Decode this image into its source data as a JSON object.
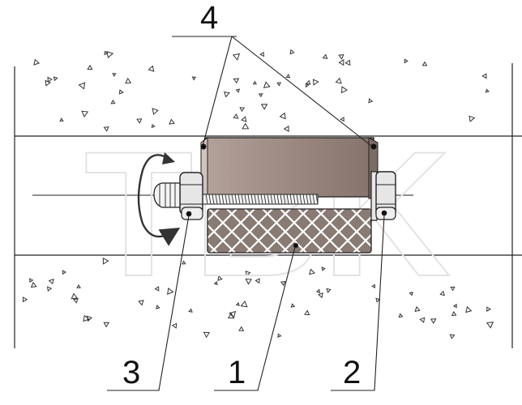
{
  "callouts": {
    "one": "1",
    "two": "2",
    "three": "3",
    "four": "4"
  },
  "watermark": "TBK",
  "colors": {
    "line": "#222222",
    "sleeve_fill": "#9c8880",
    "seal_fill": "#8a7a74",
    "nut_fill": "#e6e6e6",
    "watermark": "#e3e3e3"
  }
}
